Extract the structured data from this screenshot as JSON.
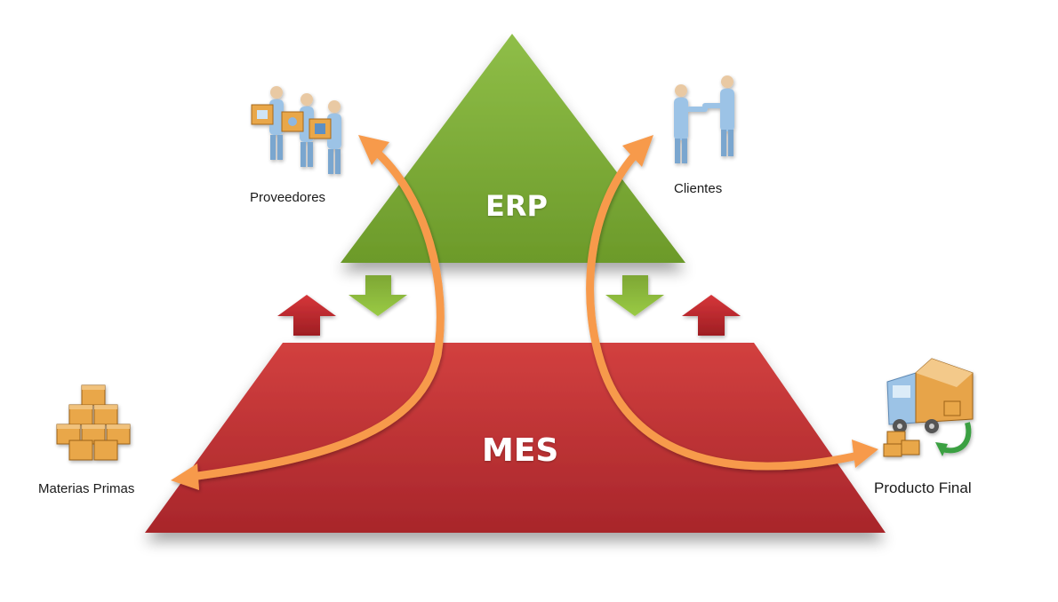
{
  "labels": {
    "erp": "ERP",
    "mes": "MES",
    "suppliers": "Proveedores",
    "customers": "Clientes",
    "raw_materials": "Materias Primas",
    "final_product": "Producto Final"
  },
  "colors": {
    "erp_green": "#84b33c",
    "mes_red": "#c8373a",
    "flow_orange": "#f79a4c",
    "down_arrow_green": "#8bbd3a",
    "up_arrow_red": "#c0282e"
  },
  "icons": {
    "suppliers": "people-carrying-boxes-icon",
    "customers": "handshake-icon",
    "raw_materials": "stacked-boxes-icon",
    "final_product": "delivery-truck-icon"
  }
}
